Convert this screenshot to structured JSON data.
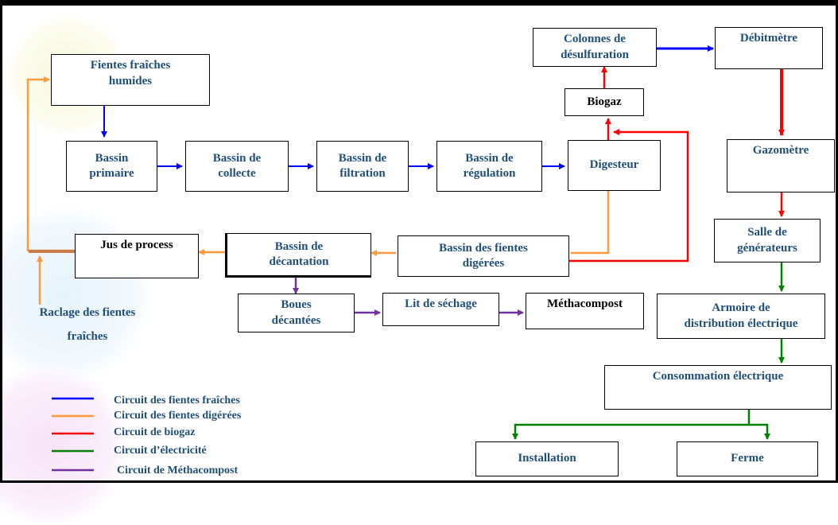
{
  "colors": {
    "fresh": "#0000ff",
    "digested": "#ff9a3c",
    "biogas": "#ff0000",
    "electricity": "#008000",
    "methacompost": "#7030a0",
    "text": "#1f4e79"
  },
  "nodes": {
    "fientes_fraiches": "Fientes fraîches\nhumides",
    "bassin_primaire": "Bassin\nprimaire",
    "bassin_collecte": "Bassin de\ncollecte",
    "bassin_filtration": "Bassin de\nfiltration",
    "bassin_regulation": "Bassin de\nrégulation",
    "digesteur": "Digesteur",
    "biogaz": "Biogaz",
    "colonnes": "Colonnes de\ndésulfuration",
    "debitmetre": "Débitmètre",
    "gazometre": "Gazomètre",
    "salle_generateurs": "Salle de\ngénérateurs",
    "armoire": "Armoire de\ndistribution électrique",
    "consommation": "Consommation électrique",
    "installation": "Installation",
    "ferme": "Ferme",
    "bassin_fientes_digerees": "Bassin des fientes\ndigérées",
    "bassin_decantation": "Bassin de\ndécantation",
    "jus_process": "Jus de process",
    "boues": "Boues\ndécantées",
    "lit_sechage": "Lit de séchage",
    "methacompost": "Méthacompost"
  },
  "labels": {
    "raclage_line1": "Raclage des fientes",
    "raclage_line2": "fraîches"
  },
  "legend": [
    {
      "label": "Circuit des fientes fraîches",
      "color": "#0000ff"
    },
    {
      "label": "Circuit des fientes digérées",
      "color": "#ff9a3c"
    },
    {
      "label": "Circuit de biogaz",
      "color": "#ff0000"
    },
    {
      "label": "Circuit d’électricité",
      "color": "#008000"
    },
    {
      "label": "Circuit de Méthacompost",
      "color": "#7030a0"
    }
  ]
}
